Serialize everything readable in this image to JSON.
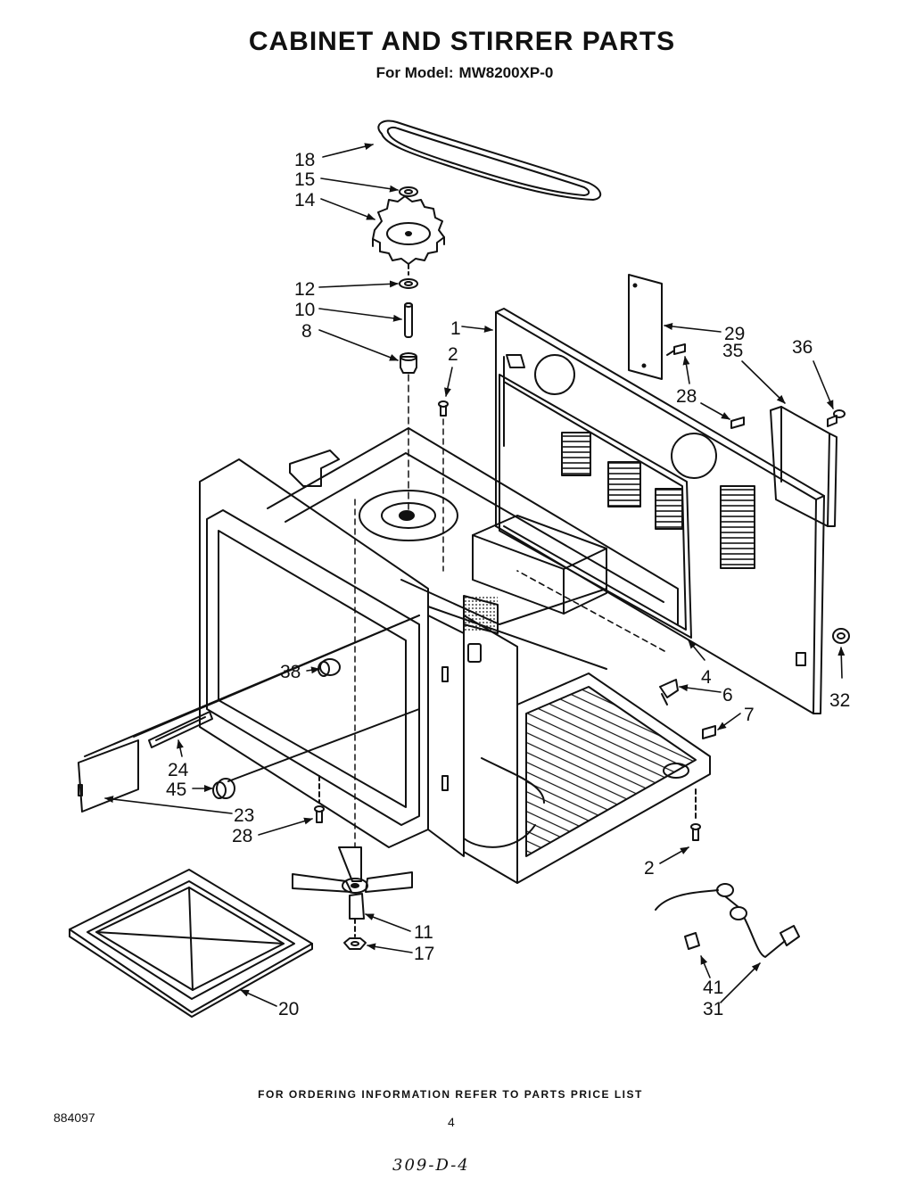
{
  "header": {
    "title": "CABINET AND STIRRER PARTS",
    "model_label": "For Model:",
    "model_number": "MW8200XP-0"
  },
  "callouts": {
    "c18": "18",
    "c15": "15",
    "c14": "14",
    "c12": "12",
    "c10": "10",
    "c8": "8",
    "c2_top": "2",
    "c1": "1",
    "c29": "29",
    "c35": "35",
    "c36": "36",
    "c28_top": "28",
    "c4": "4",
    "c6": "6",
    "c7": "7",
    "c32": "32",
    "c38": "38",
    "c24": "24",
    "c45": "45",
    "c23": "23",
    "c28_bottom": "28",
    "c2_bottom": "2",
    "c11": "11",
    "c17": "17",
    "c20": "20",
    "c41": "41",
    "c31": "31"
  },
  "footer": {
    "ordering_info": "FOR ORDERING INFORMATION REFER TO PARTS PRICE LIST",
    "document_number": "884097",
    "page_number": "4",
    "handwritten_code": "309-D-4"
  }
}
